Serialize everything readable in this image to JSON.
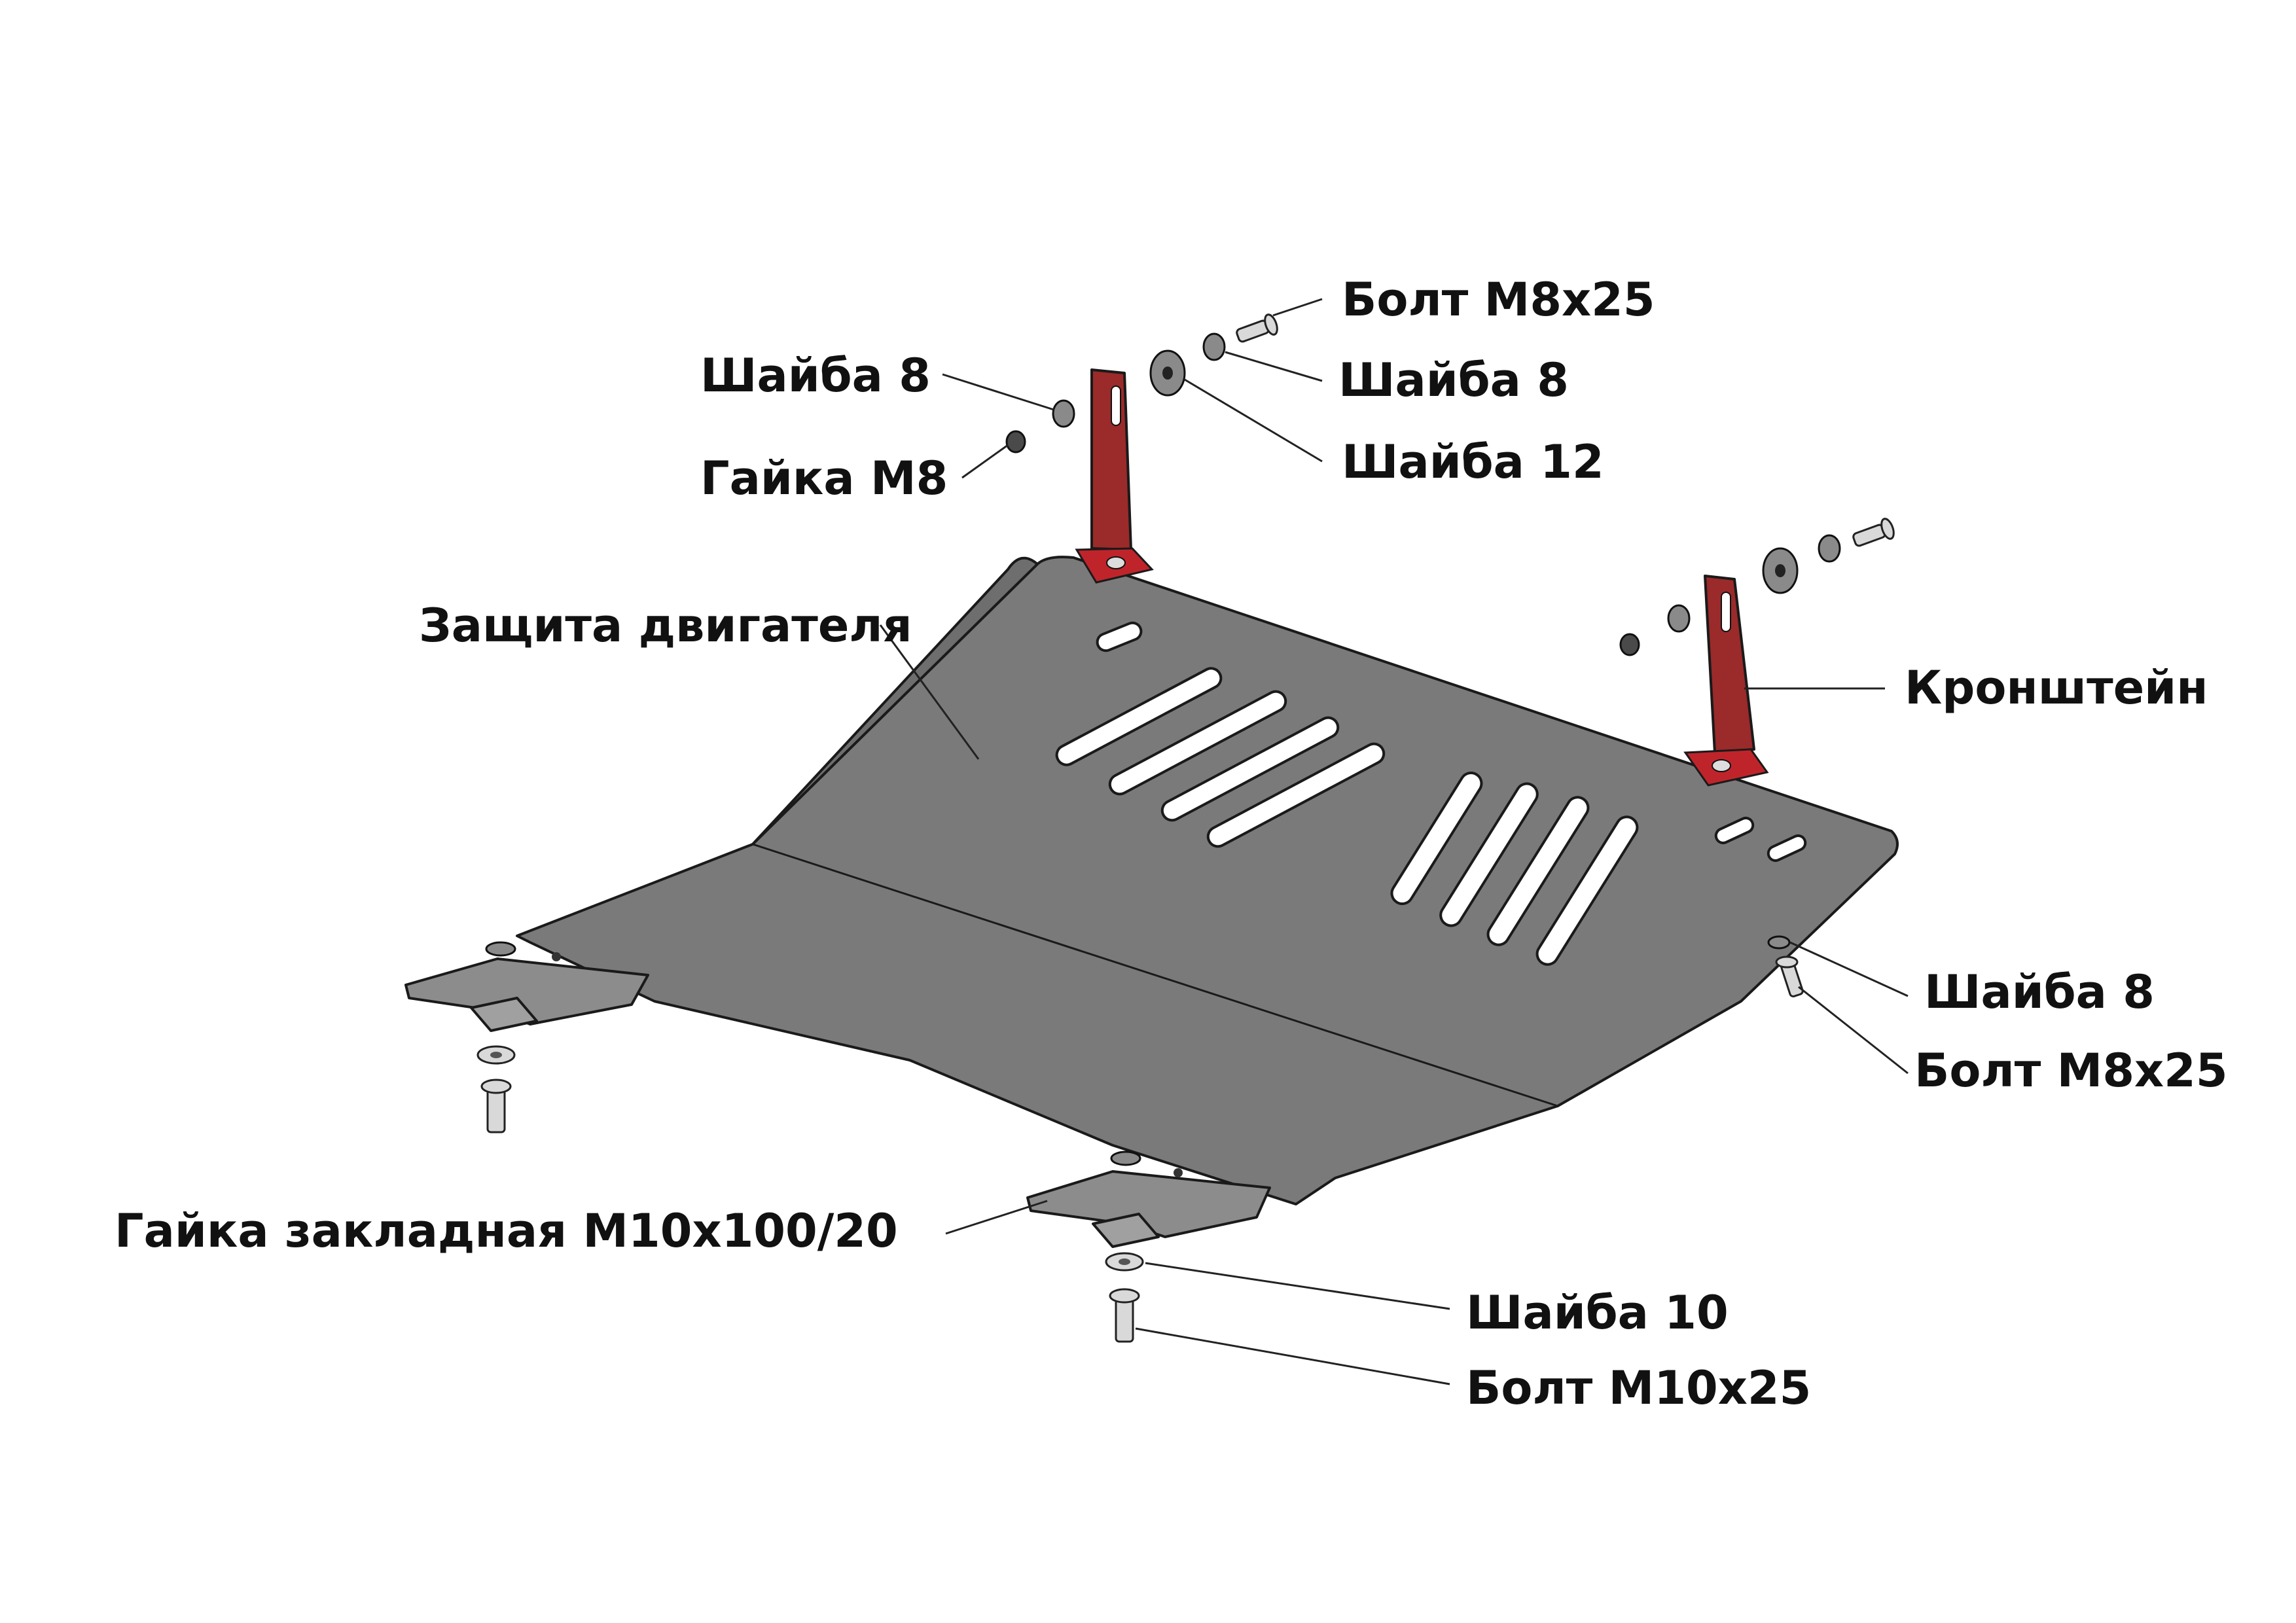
{
  "labels": {
    "bolt_m8x25_top": "Болт М8х25",
    "washer_8_top_right": "Шайба 8",
    "washer_12": "Шайба 12",
    "washer_8_top_left": "Шайба 8",
    "nut_m8": "Гайка М8",
    "engine_guard": "Защита двигателя",
    "bracket": "Кронштейн",
    "washer_8_right": "Шайба 8",
    "bolt_m8x25_right": "Болт М8х25",
    "embedded_nut": "Гайка закладная М10х100/20",
    "washer_10": "Шайба 10",
    "bolt_m10x25": "Болт М10х25"
  },
  "colors": {
    "plate": "#7a7a7a",
    "bracket": "#9b2a2a",
    "background": "#ffffff"
  }
}
